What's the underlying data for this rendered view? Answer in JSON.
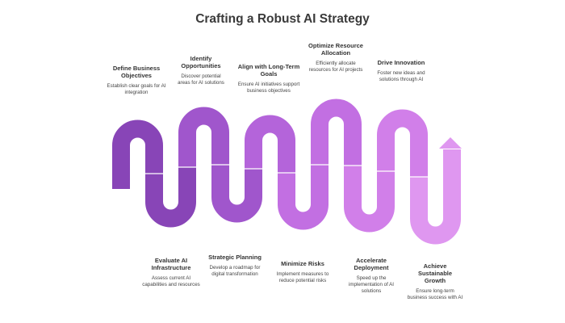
{
  "title": "Crafting a Robust AI Strategy",
  "colors": {
    "seg1": "#8845b7",
    "seg2": "#a056cc",
    "seg3": "#b464da",
    "seg4": "#c26fe2",
    "seg5": "#d17fe9",
    "seg6": "#df97f0",
    "border": "#ffffff"
  },
  "steps": [
    {
      "heading": "Define Business Objectives",
      "desc": "Establish clear goals for AI integration"
    },
    {
      "heading": "Evaluate AI Infrastructure",
      "desc": "Assess current AI capabilities and resources"
    },
    {
      "heading": "Identify Opportunities",
      "desc": "Discover potential areas for AI solutions"
    },
    {
      "heading": "Strategic Planning",
      "desc": "Develop a roadmap for digital transformation"
    },
    {
      "heading": "Align with Long-Term Goals",
      "desc": "Ensure AI initiatives support business objectives"
    },
    {
      "heading": "Minimize Risks",
      "desc": "Implement measures to reduce potential risks"
    },
    {
      "heading": "Optimize Resource Allocation",
      "desc": "Efficiently allocate resources for AI projects"
    },
    {
      "heading": "Accelerate Deployment",
      "desc": "Speed up the implementation of AI solutions"
    },
    {
      "heading": "Drive Innovation",
      "desc": "Foster new ideas and solutions through AI"
    },
    {
      "heading": "Achieve Sustainable Growth",
      "desc": "Ensure long-term business success with AI"
    }
  ]
}
